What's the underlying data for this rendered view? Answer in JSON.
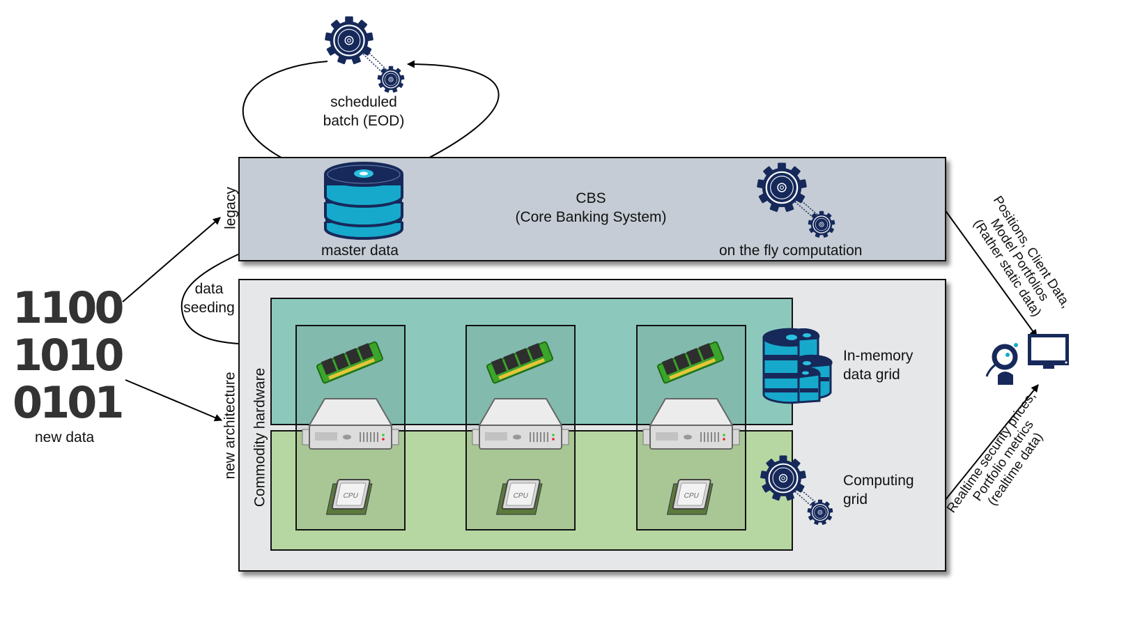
{
  "diagram": {
    "scheduled_batch": {
      "line1": "scheduled",
      "line2": "batch (EOD)",
      "icon": "gears-icon"
    },
    "cbs": {
      "title": "CBS",
      "subtitle": "(Core Banking System)",
      "side_label": "legacy",
      "master_data": {
        "label": "master data",
        "icon": "database-icon"
      },
      "on_the_fly": {
        "label": "on the fly computation",
        "icon": "gears-icon"
      }
    },
    "new_data": {
      "binary_lines": [
        "1100",
        "1010",
        "0101"
      ],
      "label": "new data"
    },
    "data_seeding": {
      "line1": "data",
      "line2": "seeding"
    },
    "new_architecture": {
      "side_label": "new architecture",
      "inner_side_label": "Commodity hardware",
      "nodes": [
        {
          "ram_icon": "ram-icon",
          "server_icon": "server-icon",
          "cpu_icon": "cpu-icon",
          "cpu_text": "CPU"
        },
        {
          "ram_icon": "ram-icon",
          "server_icon": "server-icon",
          "cpu_icon": "cpu-icon",
          "cpu_text": "CPU"
        },
        {
          "ram_icon": "ram-icon",
          "server_icon": "server-icon",
          "cpu_icon": "cpu-icon",
          "cpu_text": "CPU"
        }
      ],
      "in_memory_grid": {
        "line1": "In-memory",
        "line2": "data grid",
        "icon": "distributed-database-icon"
      },
      "computing_grid": {
        "line1": "Computing",
        "line2": "grid",
        "icon": "gears-icon"
      }
    },
    "outputs": {
      "static_flow": {
        "line1": "Positions, Client Data,",
        "line2": "Model Portfolios",
        "line3": "(Rather static data)"
      },
      "realtime_flow": {
        "line1": "Realtime security prices,",
        "line2": "Portfolio metrics",
        "line3": "(realtime data)"
      },
      "user_icon": "user-icon",
      "monitor_icon": "monitor-icon"
    },
    "colors": {
      "cbs_fill": "#c5ccd5",
      "new_arch_fill": "#e6e7e9",
      "in_memory_fill": "#8cc9bc",
      "computing_fill": "#b6d7a1",
      "icon_navy": "#16295a",
      "icon_cyan": "#17a9cc"
    }
  }
}
